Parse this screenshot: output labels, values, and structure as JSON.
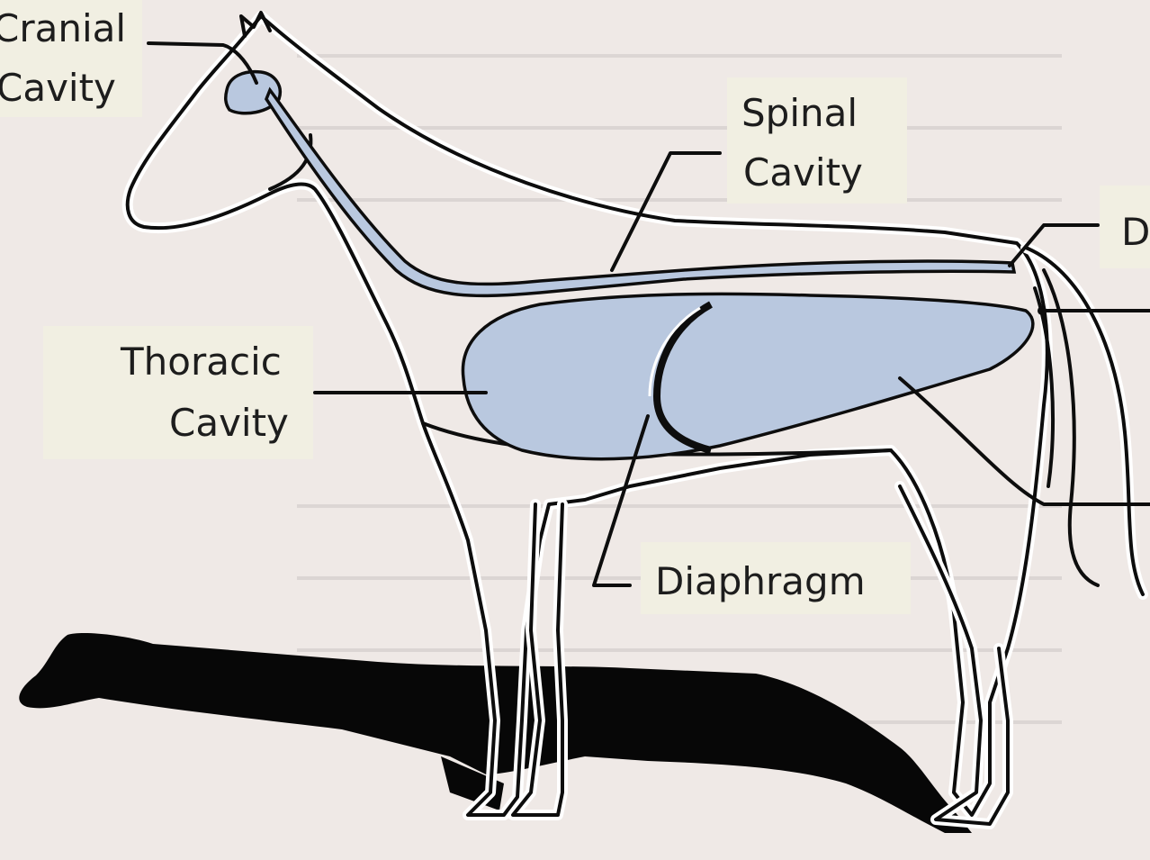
{
  "labels": {
    "cranial": [
      "Cranial",
      "Cavity"
    ],
    "spinal": [
      "Spinal",
      "Cavity"
    ],
    "thoracic": [
      "Thoracic",
      "Cavity"
    ],
    "diaphragm": "Diaphragm",
    "right_edge_partial": "D"
  },
  "colors": {
    "background": "#efe9e6",
    "label_background": "#f1efe2",
    "cavity_fill": "#b9c8df",
    "outline": "#0d0d0d",
    "shadow": "#070707"
  }
}
